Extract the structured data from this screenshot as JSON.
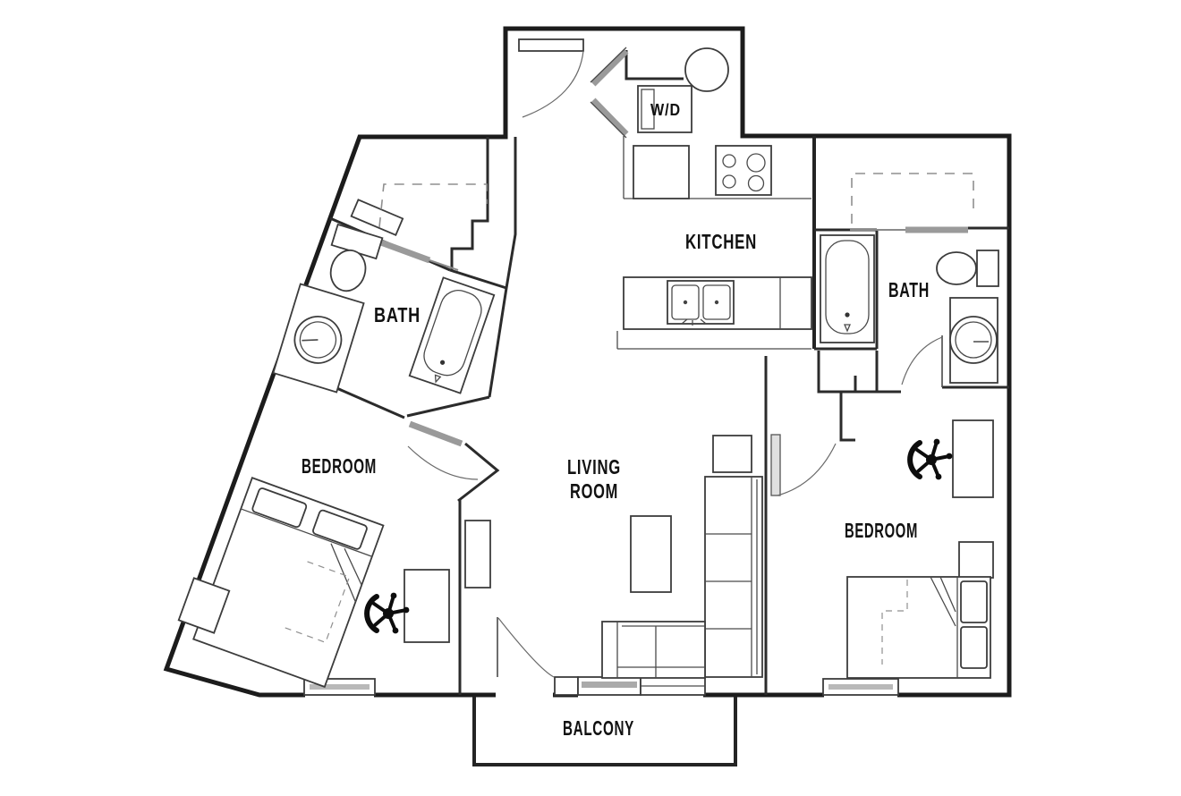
{
  "plan": {
    "background": "#ffffff",
    "wall_color": "#1c1c1c",
    "door_gray": "#9a9a9a",
    "label_color": "#111111",
    "rooms": {
      "kitchen": {
        "label": "KITCHEN"
      },
      "bath_left": {
        "label": "BATH"
      },
      "bath_right": {
        "label": "BATH"
      },
      "bedroom_left": {
        "label": "BEDROOM"
      },
      "bedroom_right": {
        "label": "BEDROOM"
      },
      "living_room": {
        "label_line1": "LIVING",
        "label_line2": "ROOM"
      },
      "balcony": {
        "label": "BALCONY"
      },
      "laundry_closet": {
        "label": "W/D"
      }
    },
    "fixtures": [
      "entry-door",
      "bifold-laundry-doors",
      "water-heater",
      "washer-dryer",
      "refrigerator",
      "range-stove",
      "kitchen-counter",
      "kitchen-island",
      "island-double-sink",
      "walk-in-closet-left",
      "pocket-door-left",
      "toilet-left",
      "vanity-sink-left",
      "bathtub-left",
      "closet-right",
      "pocket-door-right",
      "bathtub-right",
      "toilet-right",
      "vanity-sink-right",
      "linen-closet",
      "bath-door-right",
      "bedroom-door-right",
      "bedroom-door-left",
      "bed-left",
      "nightstand-left",
      "desk-left",
      "desk-chair-left",
      "dresser",
      "sofa-sectional",
      "coffee-table",
      "side-table",
      "bed-right",
      "nightstand-right",
      "desk-right",
      "desk-chair-right",
      "balcony-door",
      "balcony-sliding-door",
      "window-bedroom-left",
      "window-bedroom-right"
    ]
  }
}
